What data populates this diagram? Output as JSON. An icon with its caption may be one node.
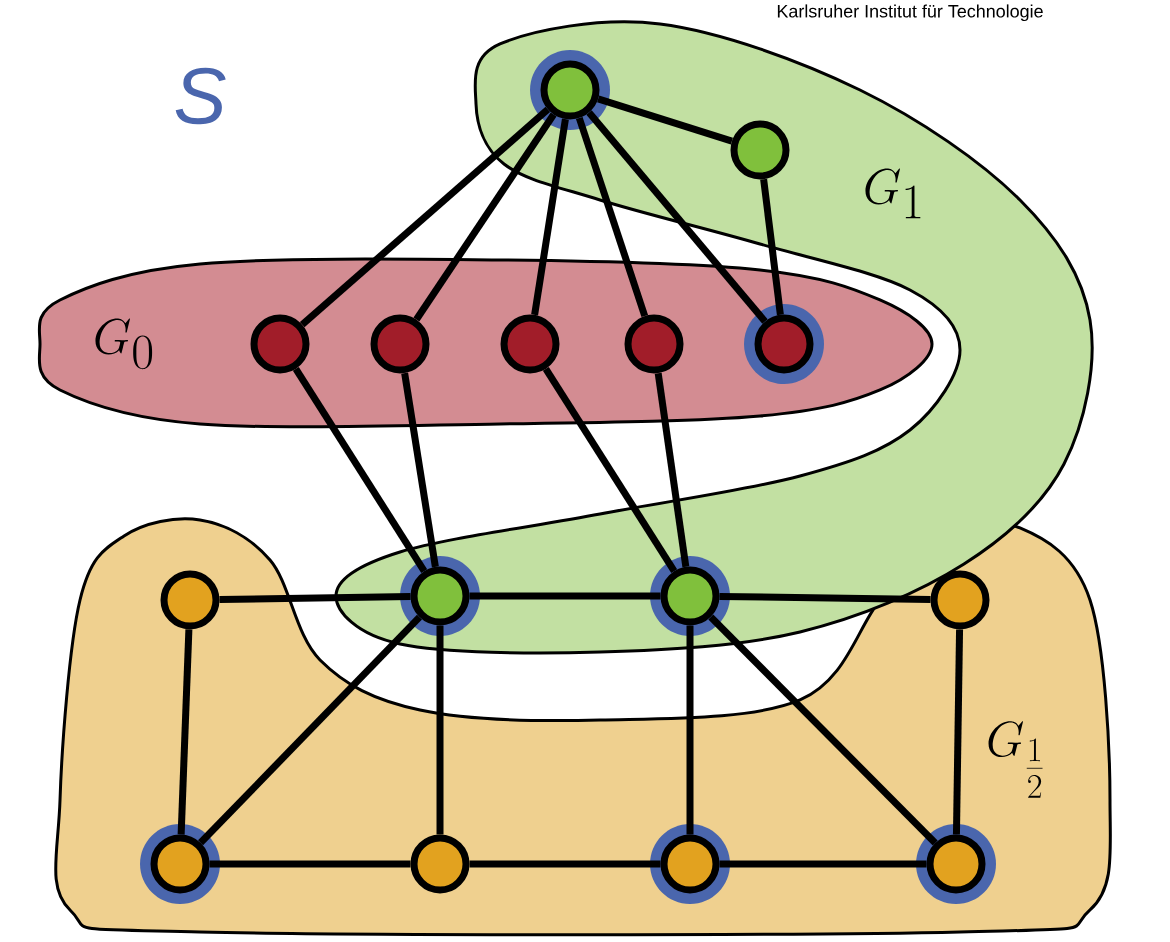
{
  "diagram": {
    "nodes": [
      {
        "text": [
          "G_{1}"
        ]
      },
      {
        "text": [],
        "shape": "circle",
        "in": 0
      },
      {
        "text": [],
        "shape": "circle",
        "in": 0
      },
      {
        "text": [
          "G_{0}"
        ]
      },
      {
        "text": [],
        "shape": "circle",
        "in": 3
      },
      {
        "text": [],
        "shape": "circle",
        "in": 3
      },
      {
        "text": [],
        "shape": "circle",
        "in": 3
      },
      {
        "text": [],
        "shape": "circle",
        "in": 3
      },
      {
        "text": [],
        "shape": "circle",
        "in": 3
      },
      {
        "text": [
          "G_{\\frac{1}{2}}"
        ]
      },
      {
        "text": [],
        "shape": "circle",
        "in": 0
      },
      {
        "text": [],
        "shape": "circle",
        "in": 0
      },
      {
        "text": [],
        "shape": "circle",
        "in": 9
      },
      {
        "text": [],
        "shape": "circle",
        "in": 9
      },
      {
        "text": [],
        "shape": "circle",
        "in": 9
      },
      {
        "text": [],
        "shape": "circle",
        "in": 9
      },
      {
        "text": [],
        "shape": "circle",
        "in": 9
      },
      {
        "text": [],
        "shape": "circle",
        "in": 9
      }
    ],
    "edges": [
      {
        "from": 1,
        "to": 2,
        "arrow": "none"
      },
      {
        "from": 1,
        "to": 4,
        "arrow": "none"
      },
      {
        "from": 1,
        "to": 5,
        "arrow": "none"
      },
      {
        "from": 1,
        "to": 6,
        "arrow": "none"
      },
      {
        "from": 1,
        "to": 7,
        "arrow": "none"
      },
      {
        "from": 1,
        "to": 8,
        "arrow": "none"
      },
      {
        "from": 2,
        "to": 8,
        "arrow": "none"
      },
      {
        "from": 4,
        "to": 10,
        "arrow": "none"
      },
      {
        "from": 5,
        "to": 10,
        "arrow": "none"
      },
      {
        "from": 6,
        "to": 11,
        "arrow": "none"
      },
      {
        "from": 7,
        "to": 11,
        "arrow": "none"
      },
      {
        "from": 12,
        "to": 10,
        "arrow": "none"
      },
      {
        "from": 10,
        "to": 11,
        "arrow": "none"
      },
      {
        "from": 11,
        "to": 13,
        "arrow": "none"
      },
      {
        "from": 12,
        "to": 14,
        "arrow": "none"
      },
      {
        "from": 10,
        "to": 14,
        "arrow": "none"
      },
      {
        "from": 10,
        "to": 15,
        "arrow": "none"
      },
      {
        "from": 11,
        "to": 16,
        "arrow": "none"
      },
      {
        "from": 11,
        "to": 17,
        "arrow": "none"
      },
      {
        "from": 13,
        "to": 17,
        "arrow": "none"
      },
      {
        "from": 14,
        "to": 15,
        "arrow": "none"
      },
      {
        "from": 15,
        "to": 16,
        "arrow": "none"
      },
      {
        "from": 16,
        "to": 17,
        "arrow": "none"
      }
    ],
    "labels": [
      "S",
      "Karlsruher Institut für Technologie"
    ]
  }
}
